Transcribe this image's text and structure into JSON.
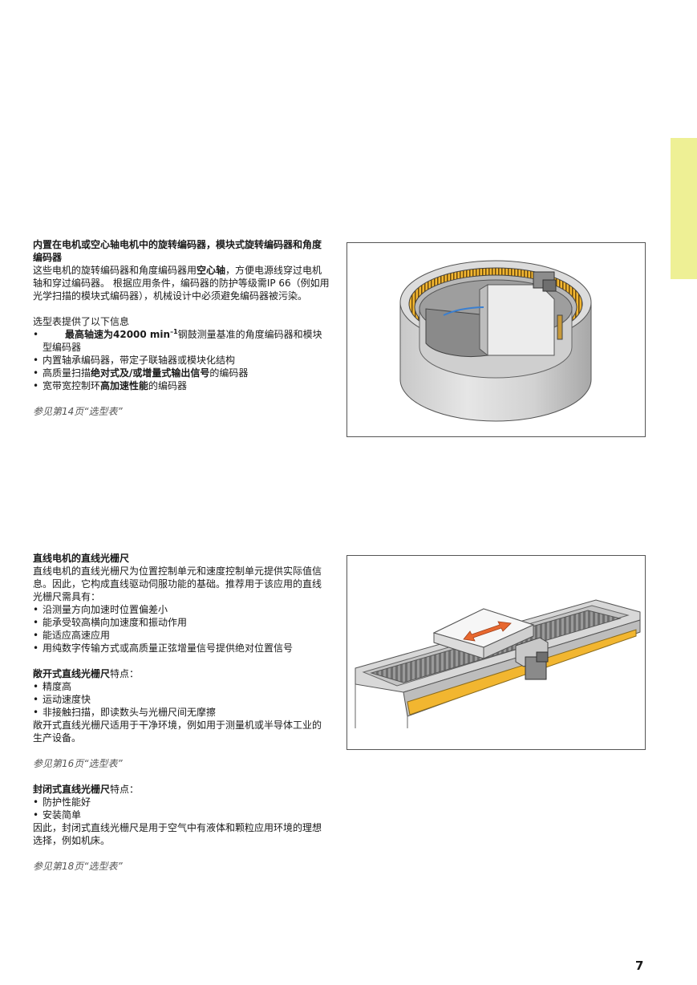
{
  "section1": {
    "heading": "内置在电机或空心轴电机中的旋转编码器，模块式旋转编码器和角度编码器",
    "para_a": "这些电机的旋转编码器和角度编码器用",
    "para_bold": "空心轴",
    "para_b": "，方便电源线穿过电机轴和穿过编码器。 根据应用条件，编码器的防护等级需IP 66（例如用光学扫描的模块式编码器），机械设计中必须避免编码器被污染。",
    "intro": "选型表提供了以下信息",
    "b1_bold": "最高轴速为42000 min",
    "b1_sup": "–1",
    "b1_rest": "钢鼓测量基准的角度编码器和模块型编码器",
    "b2": "内置轴承编码器，带定子联轴器或模块化结构",
    "b3_pre": "高质量扫描",
    "b3_bold": "绝对式及/或增量式输出信号",
    "b3_post": "的编码器",
    "b4_pre": "宽带宽控制环",
    "b4_bold": "高加速性能",
    "b4_post": "的编码器",
    "ref": "参见第14页“选型表”"
  },
  "section2": {
    "heading": "直线电机的直线光栅尺",
    "para": "直线电机的直线光栅尺为位置控制单元和速度控制单元提供实际值信息。因此，它构成直线驱动伺服功能的基础。推荐用于该应用的直线光栅尺需具有：",
    "bullets": [
      "沿测量方向加速时位置偏差小",
      "能承受较高横向加速度和振动作用",
      "能适应高速应用",
      "用纯数字传输方式或高质量正弦增量信号提供绝对位置信号"
    ],
    "open_bold": "敞开式直线光栅尺",
    "open_rest": "特点：",
    "open_bullets": [
      "精度高",
      "运动速度快",
      "非接触扫描，即读数头与光栅尺间无摩擦"
    ],
    "open_para": "敞开式直线光栅尺适用于干净环境，例如用于测量机或半导体工业的生产设备。",
    "ref1": "参见第16页“选型表”",
    "closed_bold": "封闭式直线光栅尺",
    "closed_rest": "特点：",
    "closed_bullets": [
      "防护性能好",
      "安装简单"
    ],
    "closed_para": "因此，封闭式直线光栅尺是用于空气中有液体和颗粒应用环境的理想选择，例如机床。",
    "ref2": "参见第18页“选型表”"
  },
  "page_number": "7",
  "colors": {
    "tab": "#eef095",
    "scale": "#f2b630",
    "arrow": "#e8682f"
  }
}
